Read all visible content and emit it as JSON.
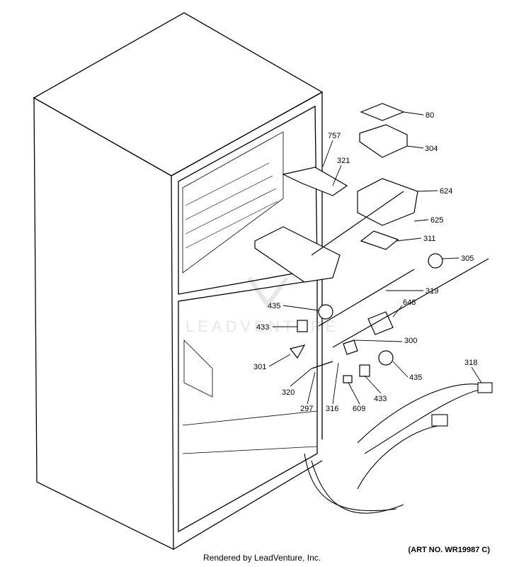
{
  "watermark": {
    "text": "LEADVENTURE"
  },
  "footer": {
    "rendered_by": "Rendered by LeadVenture, Inc.",
    "art_no": "(ART NO. WR19987 C)"
  },
  "callouts": {
    "c80": "80",
    "c304": "304",
    "c757": "757",
    "c321": "321",
    "c624": "624",
    "c625": "625",
    "c311": "311",
    "c305": "305",
    "c319": "319",
    "c435a": "435",
    "c433a": "433",
    "c648": "648",
    "c300": "300",
    "c301": "301",
    "c320": "320",
    "c297": "297",
    "c316": "316",
    "c609": "609",
    "c433b": "433",
    "c435b": "435",
    "c318": "318"
  }
}
